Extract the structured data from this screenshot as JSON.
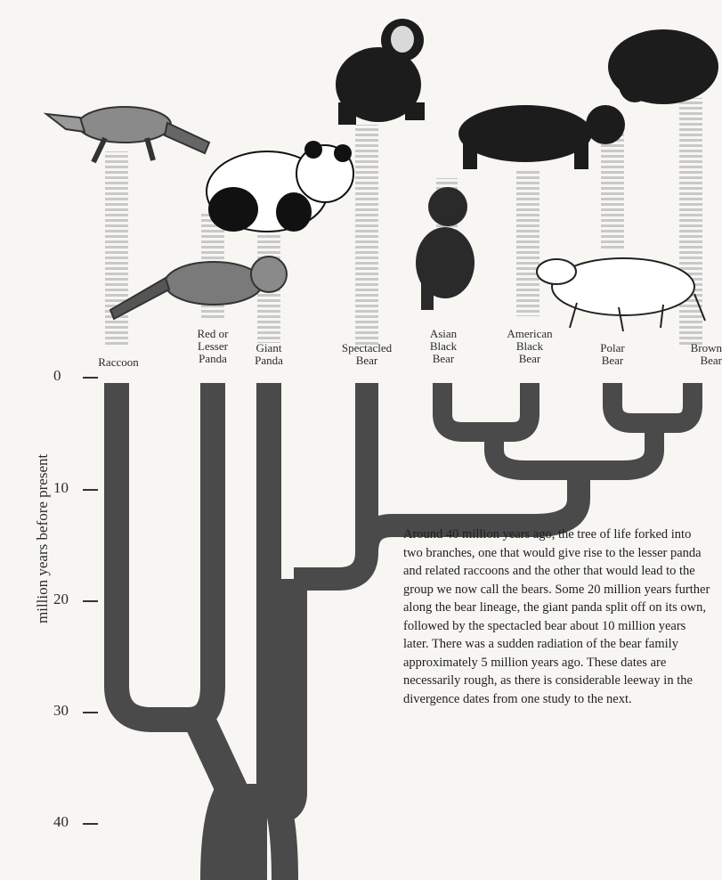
{
  "species": [
    {
      "id": "raccoon",
      "label": "Raccoon"
    },
    {
      "id": "red-panda",
      "label": "Red or\nLesser\nPanda"
    },
    {
      "id": "giant-panda",
      "label": "Giant\nPanda"
    },
    {
      "id": "spectacled-bear",
      "label": "Spectacled\nBear"
    },
    {
      "id": "asian-black-bear",
      "label": "Asian\nBlack\nBear"
    },
    {
      "id": "american-black-bear",
      "label": "American\nBlack\nBear"
    },
    {
      "id": "polar-bear",
      "label": "Polar\nBear"
    },
    {
      "id": "brown-bear",
      "label": "Brown\nBear"
    }
  ],
  "axis": {
    "title": "million years before present",
    "ticks": [
      "0",
      "10",
      "20",
      "30",
      "40"
    ]
  },
  "caption": "Around 40 million years ago, the tree of life forked into two branches, one that would give rise to the lesser panda and related raccoons and the other that would lead to the group we now call the bears. Some 20 million years further along the bear lineage, the giant panda split off on its own, followed by the spectacled bear about 10 million years later. There was a sudden radiation of the bear family approximately 5 million years ago. These dates are necessarily rough, as there is considerable leeway in the divergence dates from one study to the next.",
  "colors": {
    "branch": "#4a4a4a",
    "column": "#c8c8c8",
    "animal_dark": "#1c1c1c",
    "animal_mid": "#6b6b6b",
    "animal_light": "#ffffff"
  },
  "icons": [
    "raccoon-illustration",
    "red-panda-illustration",
    "giant-panda-illustration",
    "spectacled-bear-illustration",
    "asian-black-bear-illustration",
    "american-black-bear-illustration",
    "polar-bear-illustration",
    "brown-bear-illustration"
  ]
}
